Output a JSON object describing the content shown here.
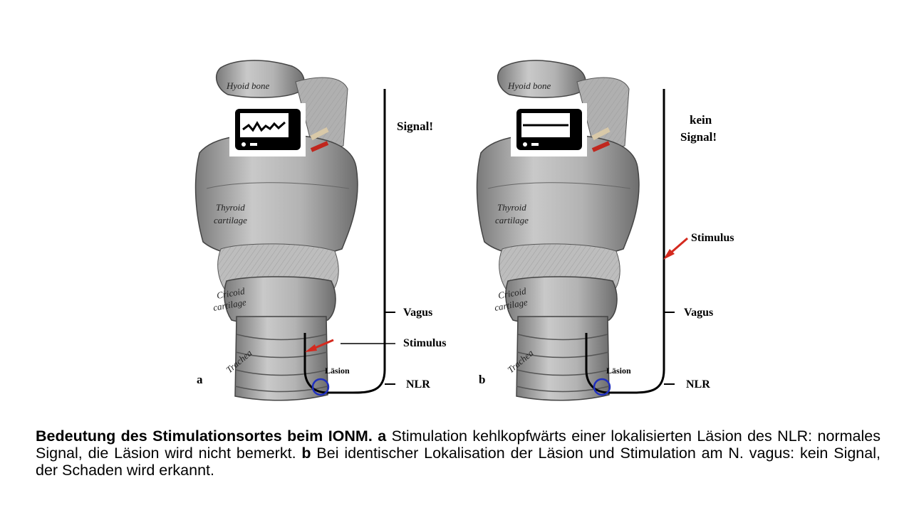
{
  "panels": [
    {
      "letter": "a",
      "hyoid": "Hyoid bone",
      "thyroid1": "Thyroid",
      "thyroid2": "cartilage",
      "cricoid1": "Cricoid",
      "cricoid2": "cartilage",
      "trachea": "Trachea",
      "signal": [
        "Signal!"
      ],
      "vagus": "Vagus",
      "stimulus": "Stimulus",
      "lesion": "Läsion",
      "nlr": "NLR",
      "monitor_state": "waveform"
    },
    {
      "letter": "b",
      "hyoid": "Hyoid bone",
      "thyroid1": "Thyroid",
      "thyroid2": "cartilage",
      "cricoid1": "Cricoid",
      "cricoid2": "cartilage",
      "trachea": "Trachea",
      "signal": [
        "kein",
        "Signal!"
      ],
      "vagus": "Vagus",
      "stimulus": "Stimulus",
      "lesion": "Läsion",
      "nlr": "NLR",
      "monitor_state": "flat"
    }
  ],
  "caption": {
    "title": "Bedeutung des Stimulationsortes beim IONM.",
    "a_letter": "a",
    "a_text": " Stimulation kehlkopfwärts einer lokalisierten Läsion des NLR: normales Signal, die Läsion wird nicht bemerkt.",
    "b_letter": "b",
    "b_text": " Bei identischer Lokalisation der Läsion und Stimulation am N. vagus: kein Signal, der Schaden wird erkannt."
  },
  "colors": {
    "arrow": "#d42a1f",
    "lesion_circle": "#1f2fbf",
    "nerve": "#000000",
    "tissue": "#a8a8a8"
  }
}
